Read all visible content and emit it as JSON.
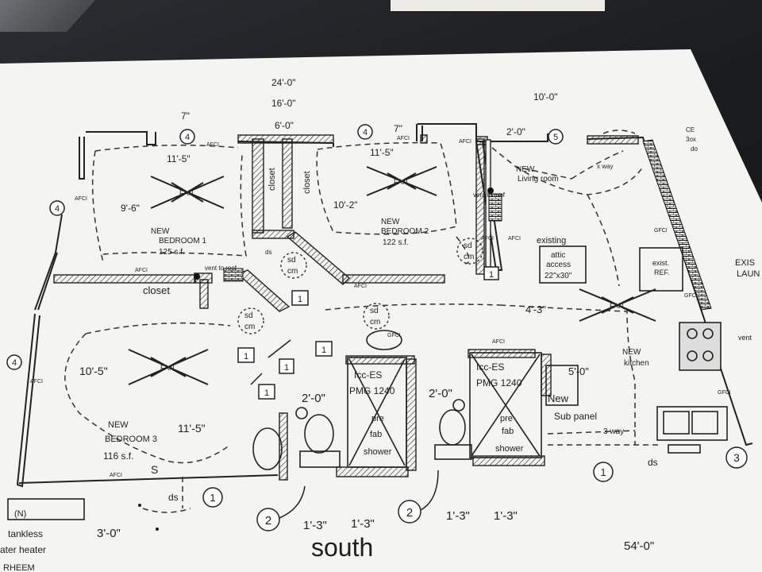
{
  "plan": {
    "dimensions": {
      "d_24_0": "24'-0\"",
      "d_16_0": "16'-0\"",
      "d_10_0": "10'-0\"",
      "d_7": "7\"",
      "d_6_0": "6'-0\"",
      "d_7b": "7\"",
      "d_2_0_top": "2'-0\"",
      "d_11_5_a": "11'-5\"",
      "d_11_5_b": "11'-5\"",
      "d_9_6": "9'-6\"",
      "d_10_2": "10'-2\"",
      "d_10_5": "10'-5\"",
      "d_11_5_c": "11'-5\"",
      "d_4_3": "4'-3\"",
      "d_5_0": "5'-0\"",
      "d_2_0_a": "2'-0\"",
      "d_2_0_b": "2'-0\"",
      "d_1_3_a": "1'-3\"",
      "d_1_3_b": "1'-3\"",
      "d_1_3_c": "1'-3\"",
      "d_1_3_d": "1'-3\"",
      "d_3_0": "3'-0\"",
      "d_54_0": "54'-0\""
    },
    "rooms": {
      "bedroom1_new": "NEW",
      "bedroom1_name": "BEDROOM 1",
      "bedroom1_area": "125 s.f.",
      "bedroom2_new": "NEW",
      "bedroom2_name": "BEDROOM 2",
      "bedroom2_area": "122 s.f.",
      "bedroom3_new": "NEW",
      "bedroom3_name": "BEDROOM 3",
      "bedroom3_area": "116 s.f.",
      "living_new": "NEW",
      "living_name": "Living room",
      "kitchen_new": "NEW",
      "kitchen_name": "kitchen",
      "closet_a": "closet",
      "closet_b": "closet",
      "closet_c": "closet"
    },
    "notes": {
      "vent_a": "vent to roof",
      "vent_b": "vent to roof",
      "existing": "existing",
      "attic1": "attic",
      "attic2": "access",
      "attic3": "22\"x30\"",
      "exist_ref1": "exist.",
      "exist_ref2": "REF.",
      "new_sub1": "New",
      "new_sub2": "Sub panel",
      "shower_a1": "Icc-ES",
      "shower_a2": "PMG 1240",
      "shower_a3": "pre",
      "shower_a4": "fab",
      "shower_a5": "shower",
      "shower_b1": "Icc-ES",
      "shower_b2": "PMG 1240",
      "shower_b3": "pre",
      "shower_b4": "fab",
      "shower_b5": "shower",
      "heater1": "(N)",
      "heater2": "tankless",
      "heater3": "ater heater",
      "heater4": "RHEEM",
      "exis1": "EXIS",
      "exis2": "LAUN",
      "vent_right": "vent",
      "top_right1": "CE",
      "top_right2": "3ox",
      "top_right3": "do",
      "three_way": "3 way",
      "x_way": "x way",
      "south": "south"
    },
    "symbols": {
      "afci": "AFCI",
      "gfci": "GFCI",
      "sd": "sd",
      "cm": "cm",
      "s": "S",
      "ds": "ds",
      "fan": "FAN",
      "tag1": "1",
      "tag2": "2",
      "tag3": "3",
      "tag4": "4",
      "tag5": "5"
    }
  }
}
